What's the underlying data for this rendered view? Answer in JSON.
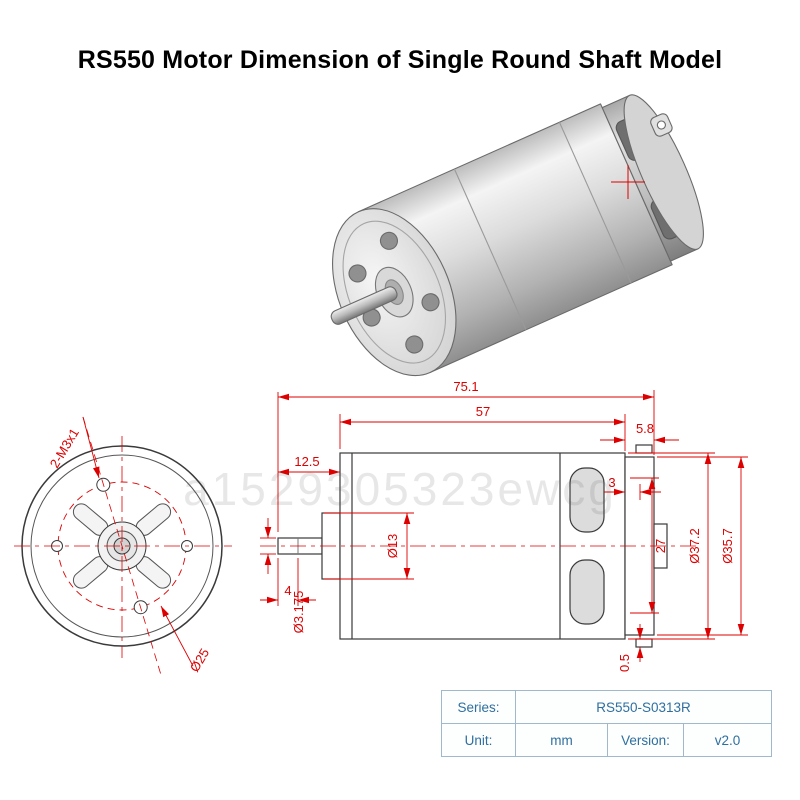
{
  "title": "RS550 Motor Dimension of Single Round Shaft Model",
  "watermark": "a1529305323ewcg",
  "front_view": {
    "thread_callout": "2-M3x1",
    "bolt_circle_diameter": "Ø25"
  },
  "side_view": {
    "total_length": "75.1",
    "can_length": "57",
    "endcap_length": "5.8",
    "front_length": "12.5",
    "rear_offset": "3",
    "boss_diameter": "Ø13",
    "internal_height": "27",
    "can_diameter": "Ø37.2",
    "endcap_diameter": "Ø35.7",
    "shaft_step_length": "4",
    "shaft_diameter": "Ø3.175",
    "tab_offset": "0.5"
  },
  "table": {
    "series_label": "Series:",
    "series_value": "RS550-S0313R",
    "unit_label": "Unit:",
    "unit_value": "mm",
    "version_label": "Version:",
    "version_value": "v2.0"
  },
  "colors": {
    "dimension_red": "#dd0000",
    "drawing_line": "#3a3a3a",
    "table_text": "#2f6f9f",
    "table_border": "#9fb8cc"
  }
}
